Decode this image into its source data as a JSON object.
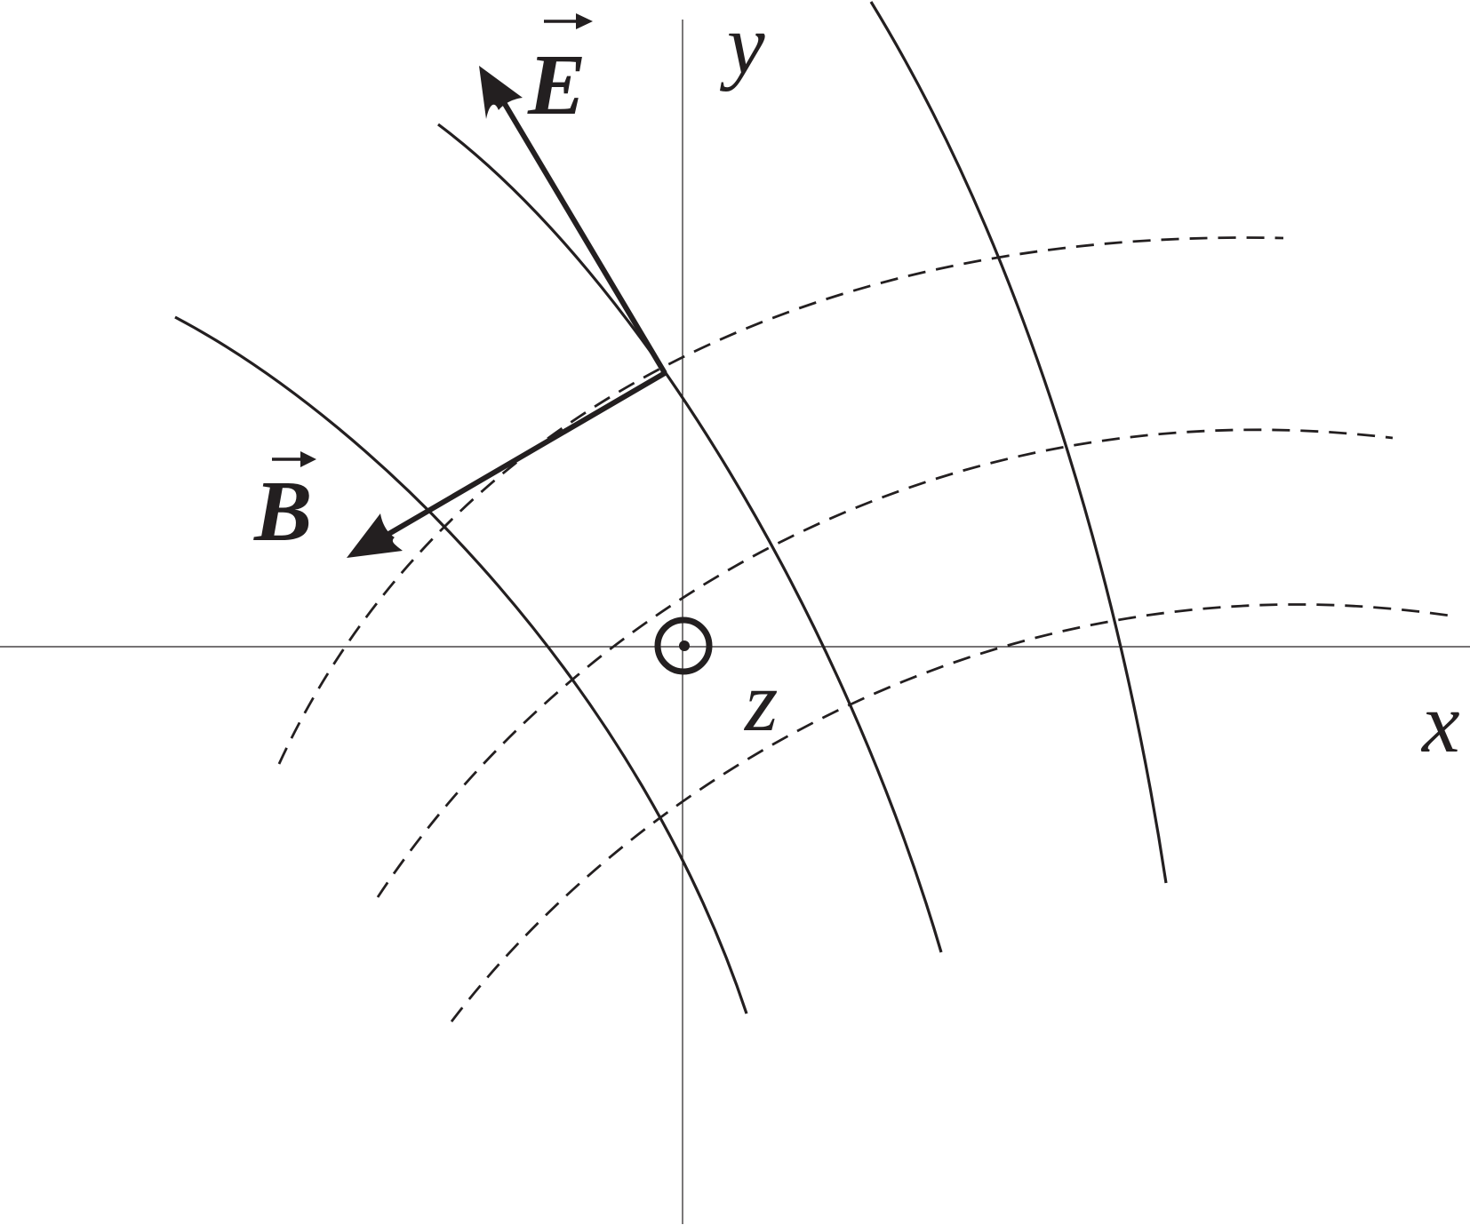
{
  "labels": {
    "x_axis": "x",
    "y_axis": "y",
    "z_axis": "z",
    "electric_field": "E",
    "magnetic_field": "B"
  },
  "colors": {
    "ink": "#231f20",
    "background": "#ffffff"
  },
  "icons": {
    "origin_symbol": "out-of-page-dot-circle-icon"
  }
}
